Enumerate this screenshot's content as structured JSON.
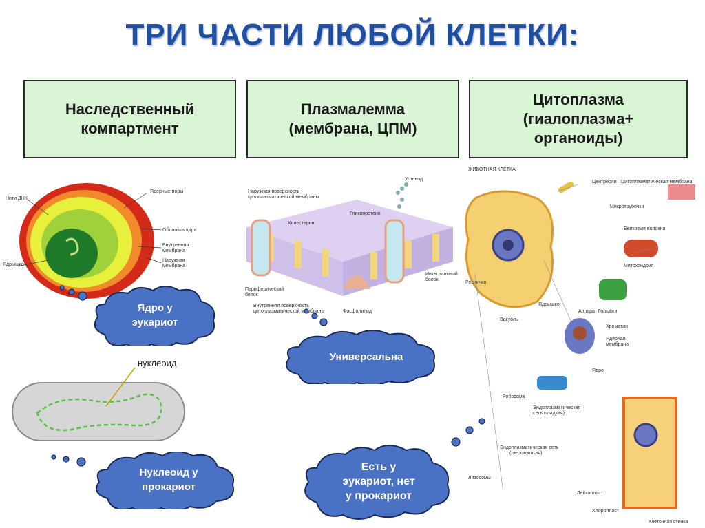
{
  "title": "ТРИ ЧАСТИ ЛЮБОЙ КЛЕТКИ:",
  "boxes": [
    {
      "lines": [
        "Наследственный",
        "компартмент"
      ]
    },
    {
      "lines": [
        "Плазмалемма",
        "(мембрана, ЦПМ)"
      ]
    },
    {
      "lines": [
        "Цитоплазма",
        "(гиалоплазма+",
        "органоиды)"
      ]
    }
  ],
  "clouds": [
    {
      "lines": [
        "Ядро у",
        "эукариот"
      ]
    },
    {
      "lines": [
        "Универсальна"
      ]
    },
    {
      "lines": [
        "Нуклеоид у",
        "прокариот"
      ]
    },
    {
      "lines": [
        "Есть у",
        "эукариот, нет",
        "у прокариот"
      ]
    }
  ],
  "nucleus_labels": {
    "dna": "Нити ДНК",
    "pores": "Ядерные поры",
    "envelope": "Оболочка ядра",
    "inner": "Внутренняя",
    "inner2": "мембрана",
    "outer": "Наружная",
    "outer2": "мембрана",
    "nucleolus": "Ядрышко"
  },
  "nucleoid_label": "нуклеоид",
  "membrane_labels": {
    "a": "Углевод",
    "b": "Наружная поверхность",
    "c": "цитоплазматической мембраны",
    "d": "Гликопротеин",
    "e": "Холестерин",
    "f": "Внутренняя поверхность",
    "g": "цитоплазматической мембраны",
    "h": "Периферический",
    "h2": "белок",
    "i": "Фосфолипид",
    "j": "Интегральный",
    "j2": "белок"
  },
  "cell_labels": {
    "header": "ЖИВОТНАЯ КЛЕТКА",
    "centrioles": "Центриоли",
    "cpm": "Цитоплазматическая мембрана",
    "microtubules": "Микротрубочки",
    "protein_fibers": "Белковые волокна",
    "mitochondria": "Митохондрия",
    "cilia": "Ресничка",
    "golgi": "Аппарат Гольджи",
    "nucleolus": "Ядрышко",
    "vacuole": "Вакуоль",
    "chromatin": "Хроматин",
    "nuclear_membrane": "Ядерная",
    "nuclear_membrane2": "мембрана",
    "nucleus": "Ядро",
    "ribosome": "Рибосома",
    "ser": "Эндоплазматическая",
    "ser2": "сеть (гладкая)",
    "rer": "Эндоплазматическая сеть",
    "rer2": "(шероховатая)",
    "lysosome": "Лизосомы",
    "leucoplast": "Лейкопласт",
    "chloroplast": "Хлоропласт",
    "cell_wall": "Клеточная стенка"
  }
}
